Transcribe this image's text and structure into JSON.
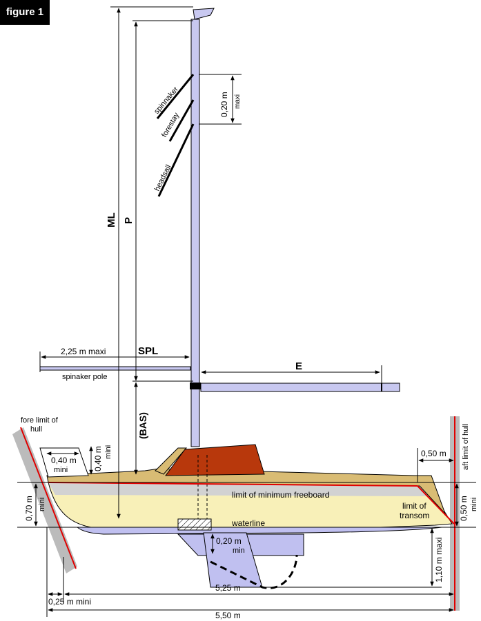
{
  "figure_label": "figure 1",
  "mast_labels": {
    "spinnaker": "spinnaker",
    "forestay": "forestay",
    "headsail": "headsail",
    "mast_top_dim": "0,20 m",
    "mast_top_dim_qual": "maxi"
  },
  "dims": {
    "ml": "ML",
    "p": "P",
    "bas": "(BAS)",
    "spl": "SPL",
    "spl_max": "2,25 m maxi",
    "spinnaker_pole": "spinaker pole",
    "e": "E",
    "aft_offset": "0,50 m",
    "cockpit_width": "0,40 m",
    "cockpit_width_qual": "mini",
    "cockpit_height": "0,40 m",
    "cockpit_height_qual": "mini",
    "bow_height": "0,70 m",
    "bow_height_qual": "mini",
    "transom_height": "0,50 m",
    "transom_height_qual": "mini",
    "keel_depth": "1,10 m maxi",
    "rudder_min": "0,20 m",
    "rudder_min_qual": "min",
    "fore_offset": "0,25 m mini",
    "length_inner": "5,25 m",
    "length_total": "5,50 m"
  },
  "hull_labels": {
    "fore_limit_line1": "fore limit of",
    "fore_limit_line2": "hull",
    "aft_limit": "aft limit of hull",
    "freeboard": "limit of minimum freeboard",
    "waterline": "waterline",
    "transom_line1": "limit of",
    "transom_line2": "transom"
  },
  "colors": {
    "mast": "#c8c8f0",
    "deck": "#d9bc74",
    "cabin": "#b8380c",
    "hull_yellow": "#f8f0b8",
    "freeboard_band": "#d2d2d2",
    "underwater": "#c0c0f0",
    "limit_red": "#e00000",
    "limit_grey": "#bbbbbb"
  }
}
